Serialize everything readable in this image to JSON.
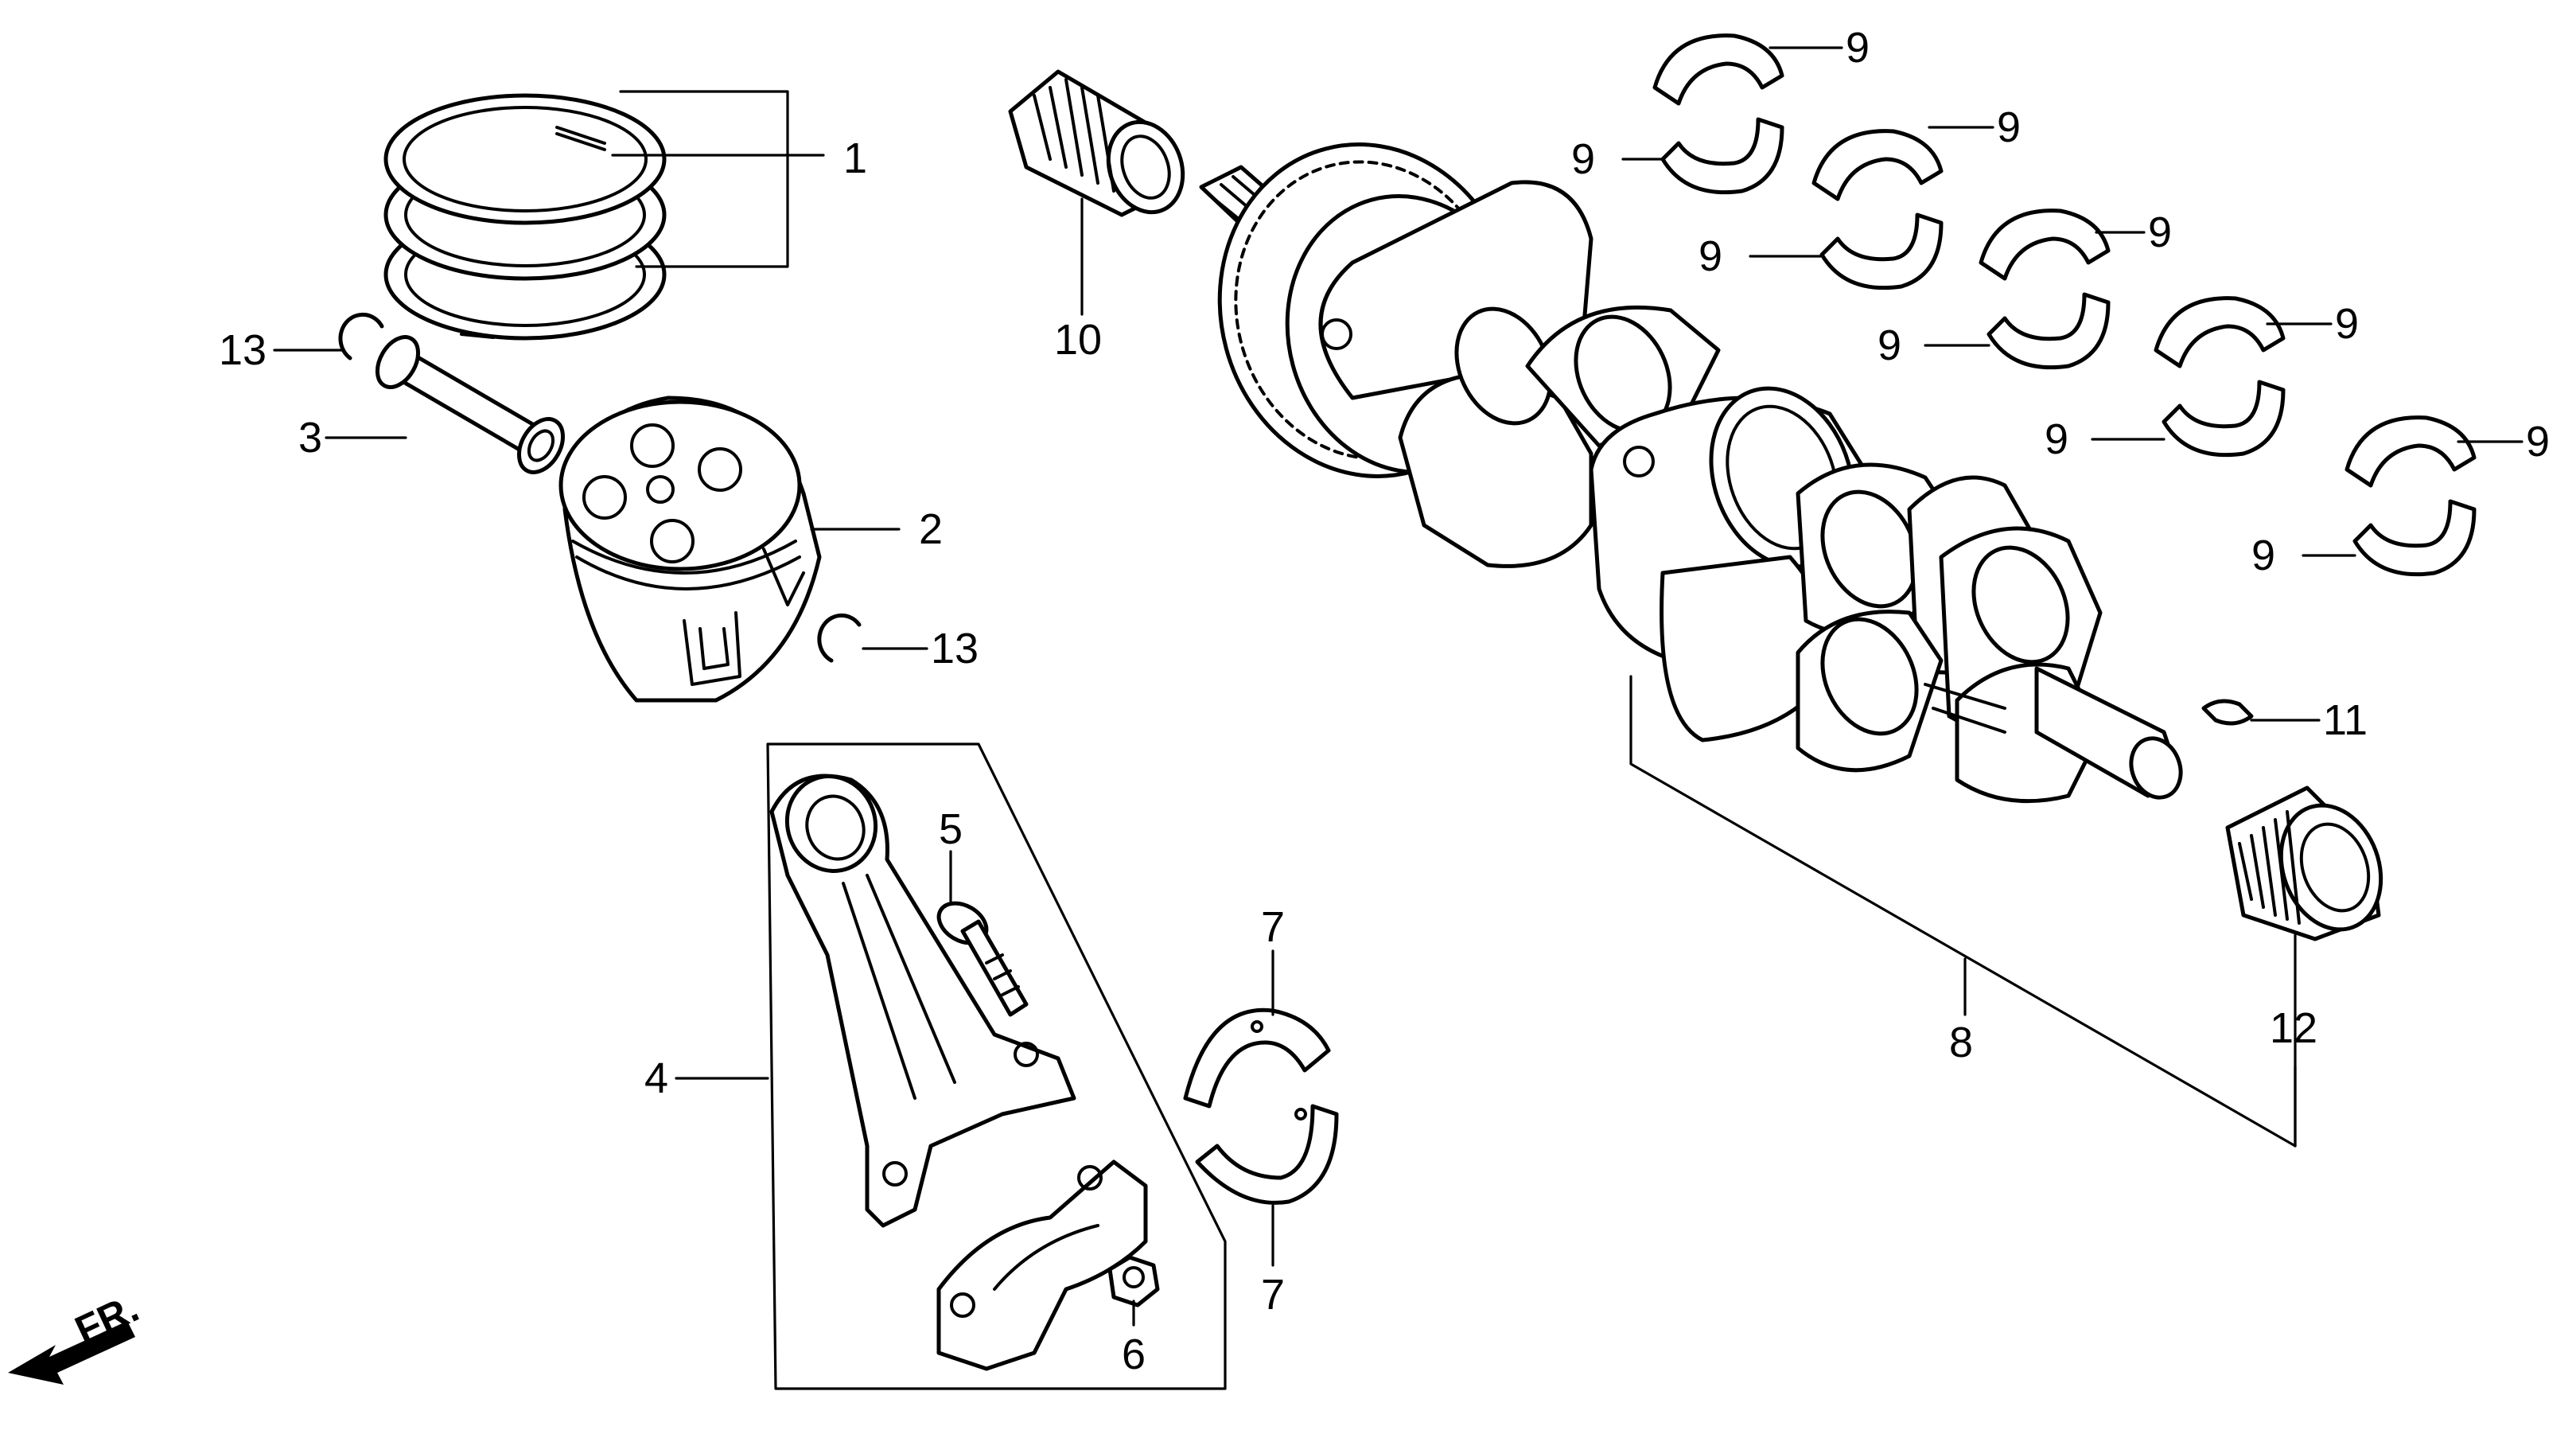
{
  "callouts": {
    "c1": "1",
    "c2": "2",
    "c3": "3",
    "c4": "4",
    "c5": "5",
    "c6": "6",
    "c7a": "7",
    "c7b": "7",
    "c8": "8",
    "c9": [
      "9",
      "9",
      "9",
      "9",
      "9",
      "9",
      "9",
      "9",
      "9",
      "9"
    ],
    "c10": "10",
    "c11": "11",
    "c12": "12",
    "c13a": "13",
    "c13b": "13"
  },
  "direction": {
    "label": "FR.",
    "icon": "arrow-icon"
  }
}
